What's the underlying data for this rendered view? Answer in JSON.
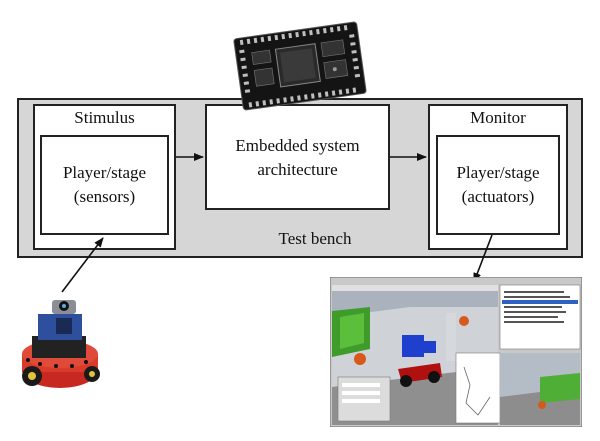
{
  "diagram": {
    "bench_label": "Test bench",
    "stimulus": {
      "title": "Stimulus",
      "inner_line1": "Player/stage",
      "inner_line2": "(sensors)"
    },
    "embedded": {
      "line1": "Embedded system",
      "line2": "architecture"
    },
    "monitor": {
      "title": "Monitor",
      "inner_line1": "Player/stage",
      "inner_line2": "(actuators)"
    }
  },
  "images": {
    "chip": "embedded-board-photo",
    "robot": "mobile-robot-photo",
    "simulator": "player-stage-simulator-screenshot"
  }
}
